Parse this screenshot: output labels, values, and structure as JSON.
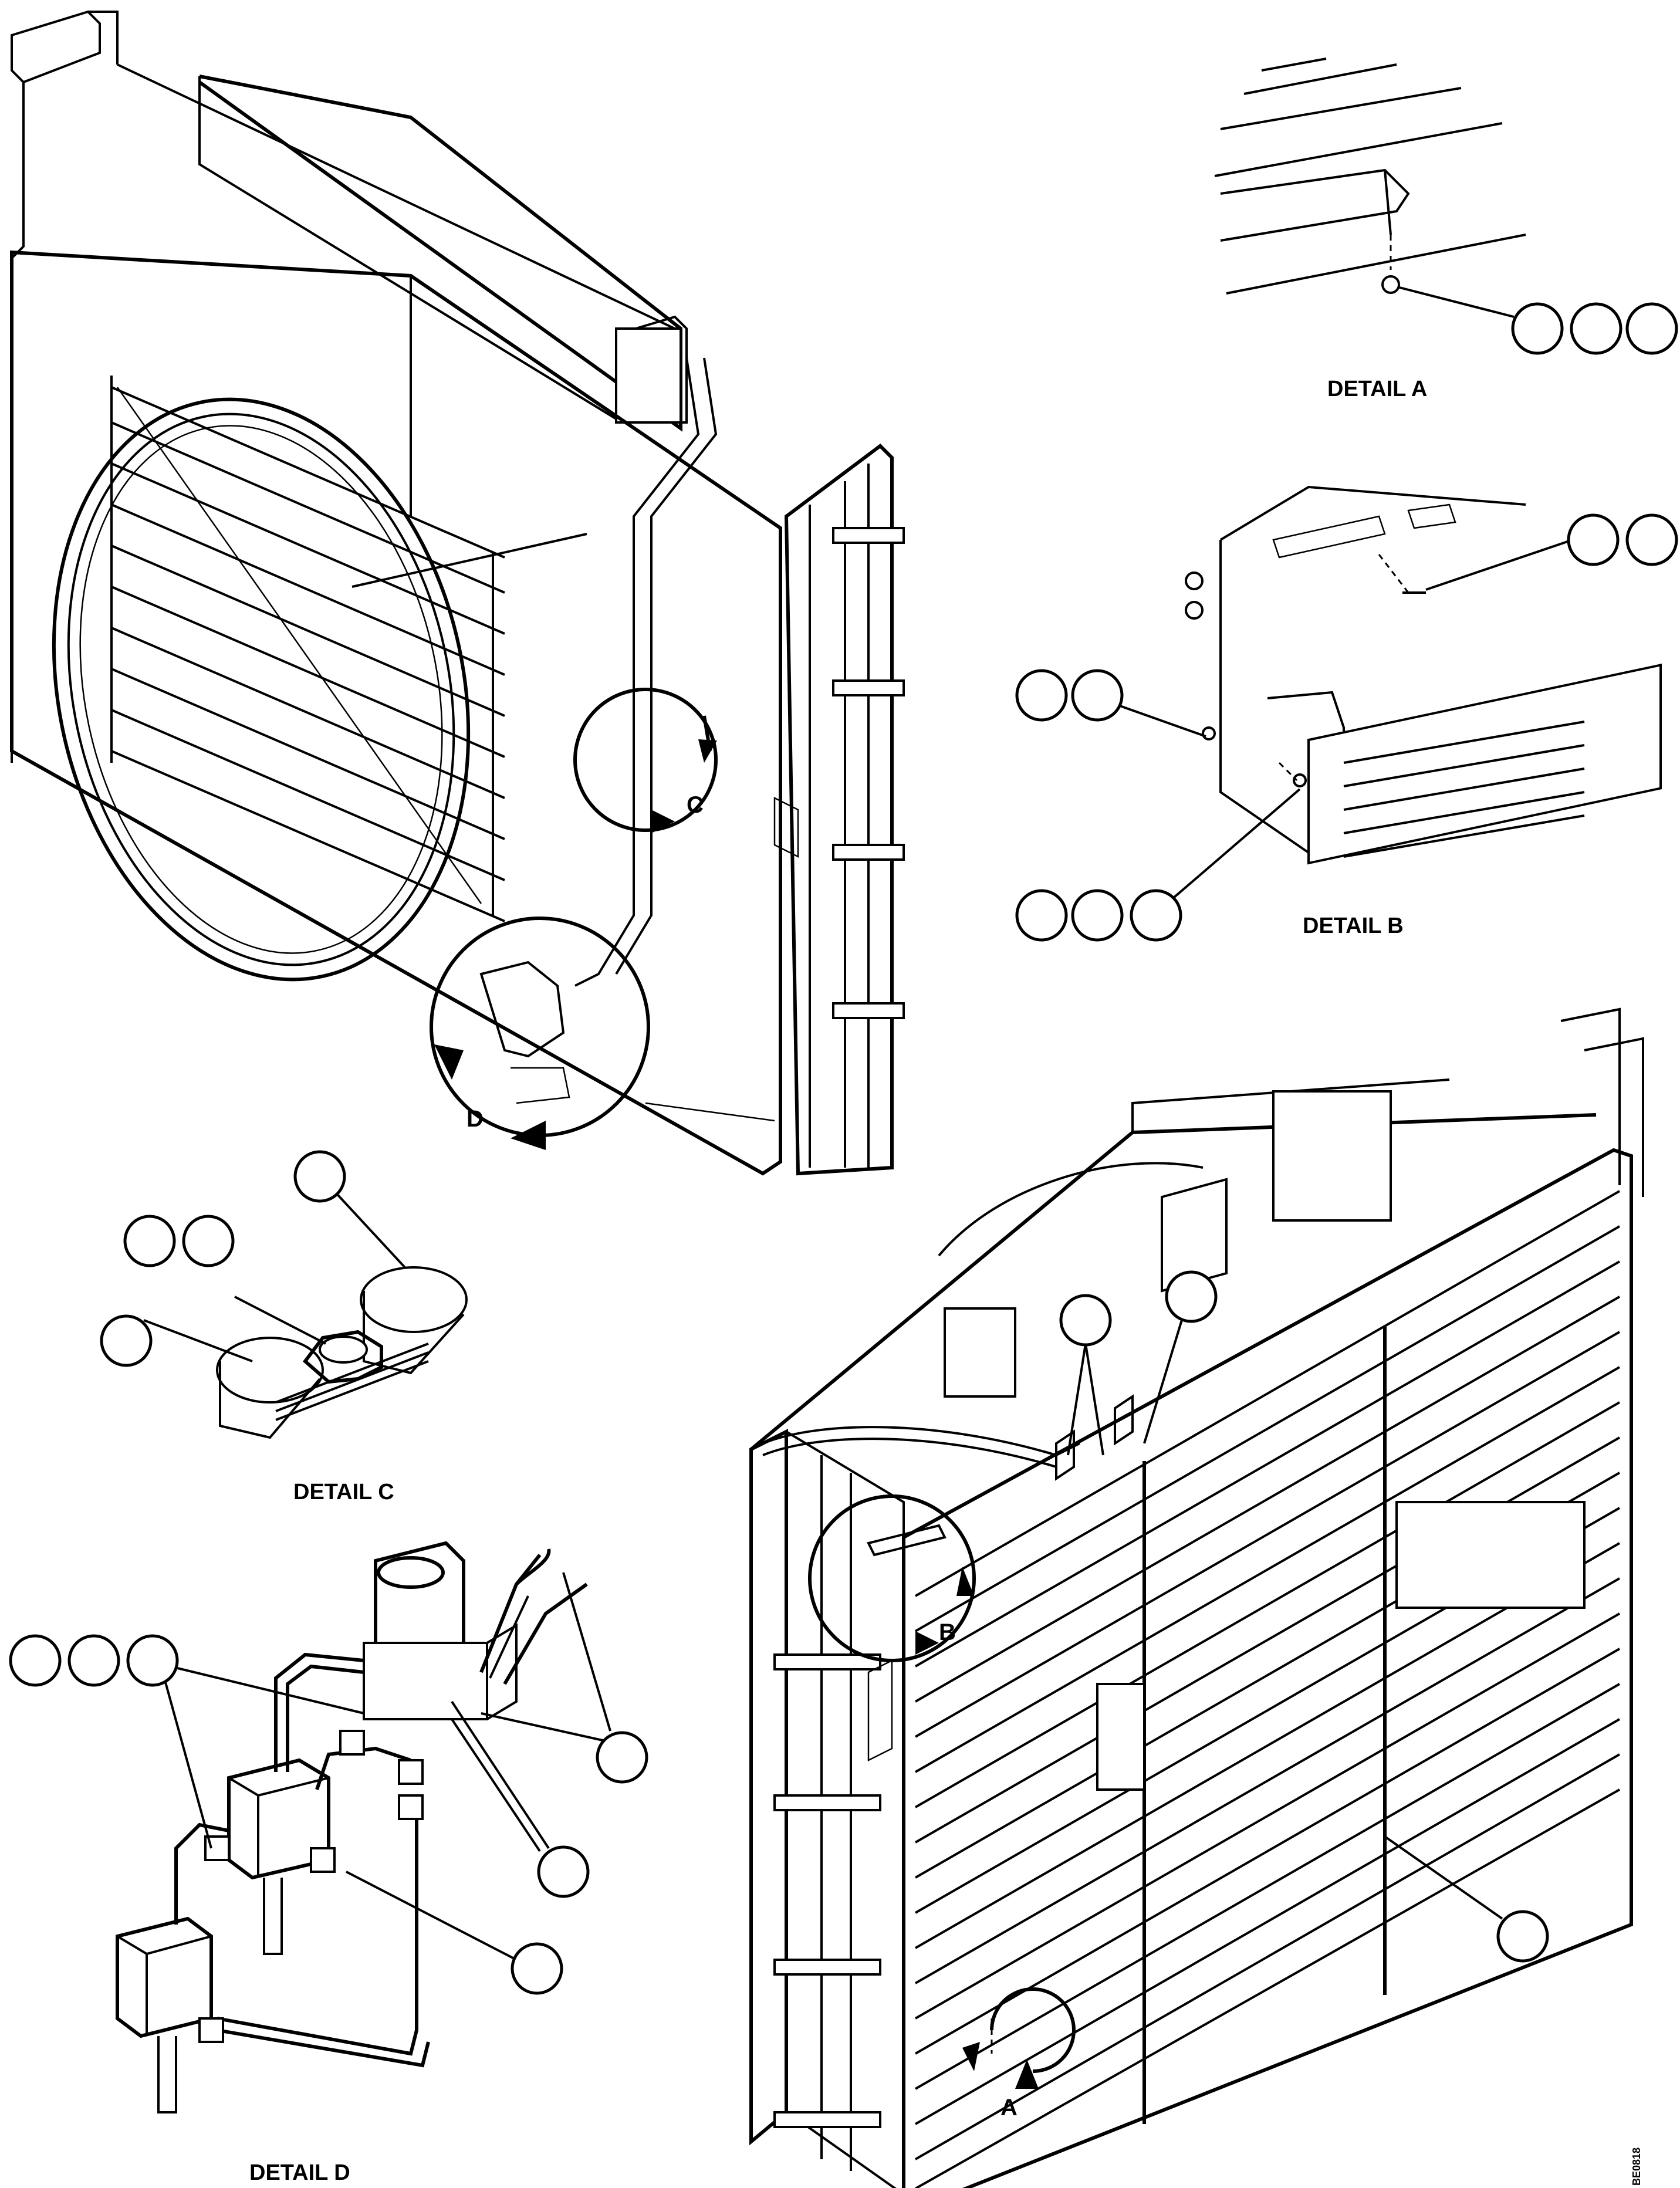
{
  "labels": {
    "detail_a": "DETAIL A",
    "detail_b": "DETAIL B",
    "detail_c": "DETAIL C",
    "detail_d": "DETAIL D",
    "view_a": "A",
    "view_b": "B",
    "view_c": "C",
    "view_d": "D"
  },
  "drawing_number": "BE0818"
}
